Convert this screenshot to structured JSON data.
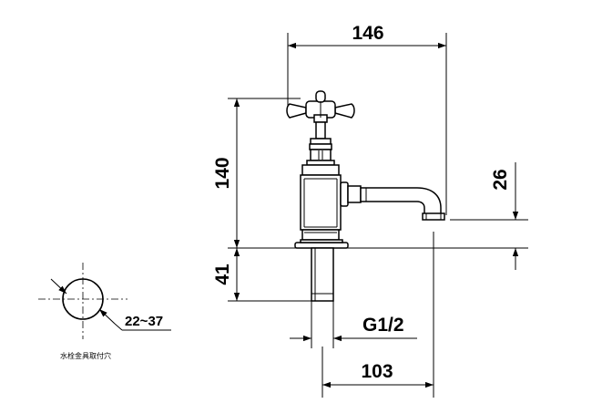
{
  "dimensions": {
    "top_width": "146",
    "height": "140",
    "spout_height": "26",
    "below_deck": "41",
    "thread": "G1/2",
    "reach": "103"
  },
  "hole_detail": {
    "diameter_range": "22~37",
    "caption": "水栓金具取付穴"
  }
}
